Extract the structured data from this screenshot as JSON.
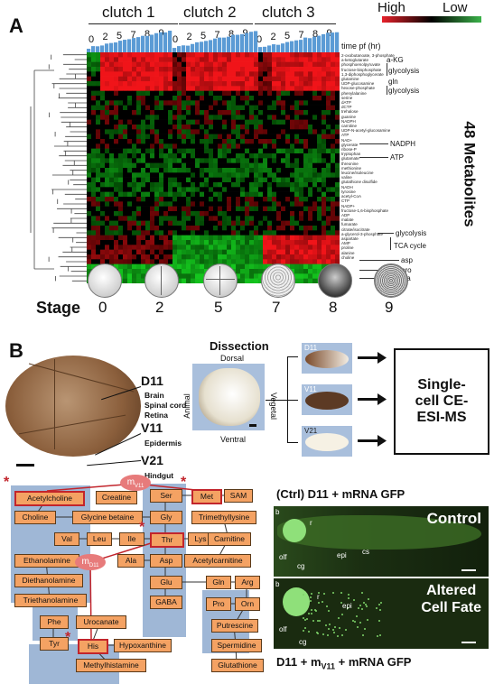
{
  "panelA": {
    "letter": "A",
    "clutches": [
      "clutch 1",
      "clutch 2",
      "clutch 3"
    ],
    "legend": {
      "high": "High",
      "low": "Low"
    },
    "time_label": "time pf (hr)",
    "time_ticks": [
      "0",
      "2",
      "5",
      "7",
      "8",
      "9",
      "0",
      "2",
      "5",
      "7",
      "8",
      "9",
      "0",
      "2",
      "5",
      "7",
      "8",
      "9"
    ],
    "y_title": "48 Metabolites",
    "stage_label": "Stage",
    "stages": [
      "0",
      "2",
      "5",
      "7",
      "8",
      "9"
    ],
    "metabolites": [
      "2-oxobutanoate, 3-phosphate",
      "a-ketoglutarate",
      "phosphoenolpyruvate",
      "fructose-bisphosphate",
      "1,3-diphosphoglycerate",
      "glutamine",
      "UDP-glucosamine",
      "hexose-phosphate",
      "phenylalanine",
      "serine",
      "dATP",
      "dCTP",
      "trehalose",
      "guanine",
      "NADPH",
      "carnitine",
      "UDP-N-acetyl-glucosamine",
      "ATP",
      "NAD+",
      "glycerate",
      "ribose-P",
      "tryptophan",
      "glutamate",
      "threonine",
      "methionine",
      "leucine/isoleucine",
      "valine",
      "glutathione disulfide",
      "NADH",
      "tyrosine",
      "acetyl-CoA",
      "CTP",
      "NADP+",
      "fructose-1,6-bisphosphate",
      "ADP",
      "malate",
      "fumarate",
      "citrate/isocitrate",
      "a-glycerol-3-phosphate",
      "aspartate",
      "AMP",
      "proline",
      "alanine",
      "choline"
    ],
    "annotations": [
      "a-KG",
      "glycolysis",
      "gln",
      "glycolysis",
      "NADPH",
      "ATP",
      "glycolysis",
      "TCA cycle",
      "asp",
      "pro",
      "ala"
    ]
  },
  "panelB": {
    "letter": "B",
    "cells": [
      {
        "id": "D11",
        "desc": "Brain\nSpinal cord\nRetina"
      },
      {
        "id": "V11",
        "desc": "Epidermis"
      },
      {
        "id": "V21",
        "desc": "Hindgut"
      }
    ],
    "dissection": {
      "title": "Dissection",
      "dorsal": "Dorsal",
      "ventral": "Ventral",
      "animal": "Animal",
      "vegetal": "Vegetal"
    },
    "thumbs": [
      "D11",
      "V11",
      "V21"
    ],
    "instrument": "Single-\ncell CE-\nESI-MS"
  },
  "network": {
    "nodes": [
      "Acetylcholine",
      "Creatine",
      "Ser",
      "Met",
      "SAM",
      "Choline",
      "Glycine betaine",
      "Gly",
      "Trimethyllysine",
      "Val",
      "Leu",
      "Ile",
      "Thr",
      "Lys",
      "Carnitine",
      "Ethanolamine",
      "Ala",
      "Asp",
      "Acetylcarnitine",
      "Diethanolamine",
      "Glu",
      "Gln",
      "Arg",
      "Triethanolamine",
      "GABA",
      "Pro",
      "Orn",
      "Phe",
      "Tyr",
      "Urocanate",
      "Putrescine",
      "His",
      "Hypoxanthine",
      "Spermidine",
      "Methylhistamine",
      "Glutathione"
    ],
    "markers": {
      "m_v": "m",
      "m_v_sub": "V11",
      "m_d": "m",
      "m_d_sub": "D11",
      "star": "*"
    }
  },
  "images": {
    "title_ctrl": "(Ctrl) D11 + mRNA GFP",
    "title_alt_pre": "D11 + m",
    "title_alt_sub": "V11",
    "title_alt_post": " + mRNA GFP",
    "control": "Control",
    "altered": "Altered\nCell Fate",
    "labels_top": [
      "b",
      "r",
      "epi",
      "cs",
      "olf",
      "cg"
    ],
    "labels_bottom": [
      "b",
      "r",
      "epi",
      "olf",
      "cg"
    ]
  },
  "colors": {
    "high": "#e8212a",
    "low": "#3bb34a",
    "bar": "#5b9bd5",
    "node": "#f4a263",
    "highlight": "#c2252c",
    "shade": "#9fb7d6"
  }
}
